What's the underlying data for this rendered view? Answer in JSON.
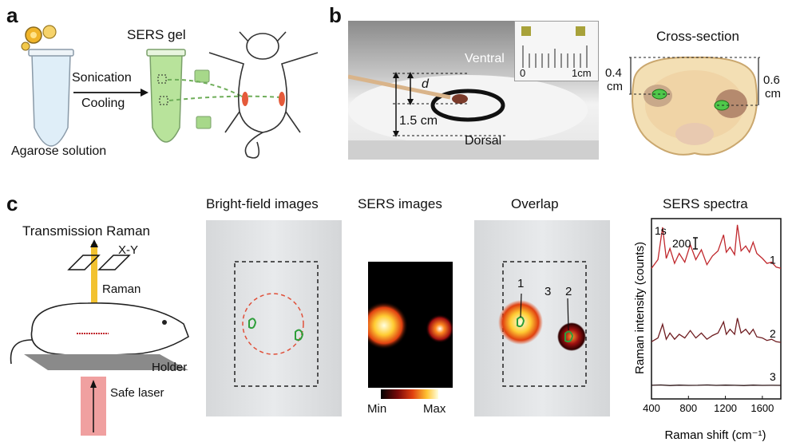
{
  "panel_a": {
    "label": "a",
    "gel_title": "SERS gel",
    "step1": "Sonication",
    "step2": "Cooling",
    "tube_caption": "Agarose solution"
  },
  "panel_b": {
    "label": "b",
    "ventral": "Ventral",
    "dorsal": "Dorsal",
    "depth_var": "d",
    "depth_total": "1.5 cm",
    "ruler_zero": "0",
    "ruler_one": "1cm",
    "cross_title": "Cross-section",
    "left_depth_value": "0.4",
    "left_depth_unit": "cm",
    "right_depth_value": "0.6",
    "right_depth_unit": "cm"
  },
  "panel_c": {
    "label": "c",
    "setup_title": "Transmission Raman",
    "xy_label": "X-Y",
    "raman_label": "Raman",
    "holder_label": "Holder",
    "laser_label": "Safe laser",
    "bright_title": "Bright-field images",
    "sers_title": "SERS images",
    "colorbar_min": "Min",
    "colorbar_max": "Max",
    "overlap_title": "Overlap",
    "spot1": "1",
    "spot2": "2",
    "spot3": "3",
    "spectra_title": "SERS spectra"
  },
  "colors": {
    "gel_green": "#8fd16a",
    "mark_green": "#2e9e3a",
    "laser_red": "#e87b7b",
    "raman_yellow": "#f2c230",
    "spectrum_red": "#c0282d",
    "spectrum_dark": "#6e1c20",
    "spectrum_black": "#2a1214"
  },
  "chart_data": {
    "type": "line",
    "title": "SERS spectra",
    "xlabel": "Raman shift (cm⁻¹)",
    "ylabel": "Raman intensity (counts)",
    "xlim": [
      400,
      1800
    ],
    "xticks": [
      400,
      800,
      1200,
      1600
    ],
    "annotation": "1s",
    "scale_bar_label": "200",
    "series": [
      {
        "name": "1",
        "x": [
          400,
          470,
          520,
          560,
          600,
          650,
          700,
          760,
          820,
          880,
          940,
          1000,
          1060,
          1120,
          1180,
          1210,
          1250,
          1300,
          1330,
          1370,
          1420,
          1460,
          1500,
          1540,
          1600,
          1650,
          1700,
          1750,
          1800
        ],
        "y": [
          1050,
          1120,
          1380,
          1130,
          1210,
          1090,
          1170,
          1100,
          1240,
          1120,
          1200,
          1080,
          1150,
          1190,
          1320,
          1180,
          1220,
          1160,
          1400,
          1190,
          1230,
          1180,
          1260,
          1170,
          1130,
          1090,
          1100,
          1060,
          1050
        ]
      },
      {
        "name": "2",
        "x": [
          400,
          470,
          520,
          560,
          600,
          650,
          700,
          760,
          820,
          880,
          940,
          1000,
          1060,
          1120,
          1180,
          1210,
          1250,
          1300,
          1330,
          1370,
          1420,
          1460,
          1500,
          1540,
          1600,
          1650,
          1700,
          1750,
          1800
        ],
        "y": [
          460,
          490,
          600,
          480,
          530,
          480,
          520,
          490,
          550,
          490,
          530,
          480,
          510,
          530,
          620,
          520,
          560,
          520,
          650,
          530,
          560,
          520,
          560,
          500,
          490,
          470,
          480,
          460,
          455
        ]
      },
      {
        "name": "3",
        "x": [
          400,
          500,
          600,
          700,
          800,
          900,
          1000,
          1100,
          1200,
          1300,
          1400,
          1500,
          1600,
          1700,
          1800
        ],
        "y": [
          110,
          112,
          108,
          111,
          109,
          110,
          112,
          109,
          111,
          110,
          108,
          111,
          109,
          110,
          109
        ]
      }
    ]
  }
}
